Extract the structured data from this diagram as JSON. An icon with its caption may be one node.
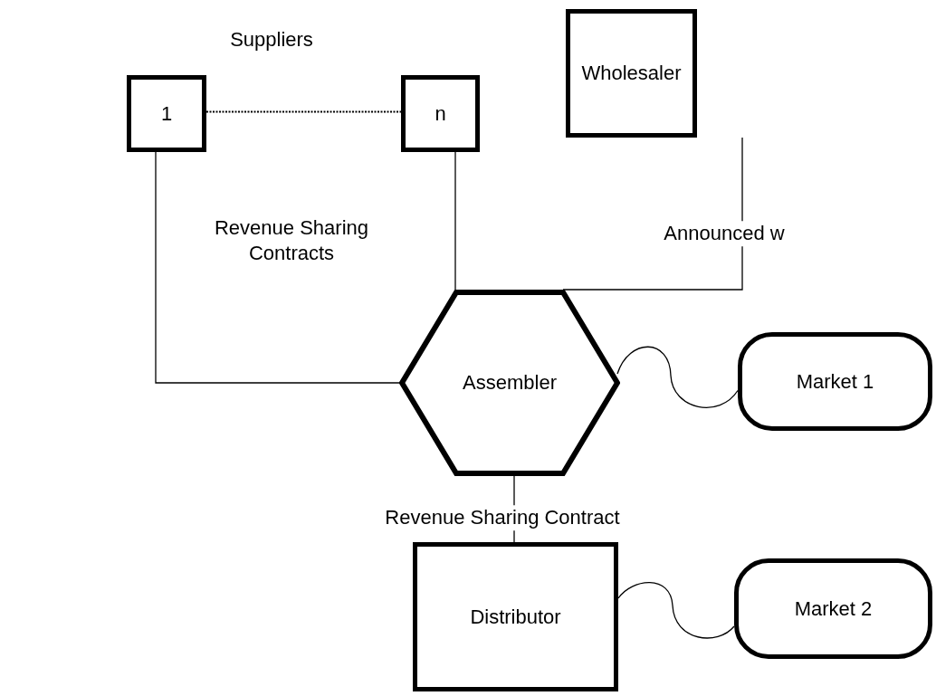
{
  "diagram": {
    "nodes": [
      {
        "text": [
          "1"
        ]
      },
      {
        "text": [
          "n"
        ]
      },
      {
        "text": [
          "Wholesaler"
        ]
      },
      {
        "text": [
          "Assembler"
        ]
      },
      {
        "text": [
          "Market 1"
        ]
      },
      {
        "text": [
          "Distributor"
        ]
      },
      {
        "text": [
          "Market 2"
        ]
      }
    ],
    "edges": [
      {
        "from": 0,
        "to": 1,
        "arrow": "none",
        "style": "dashed"
      },
      {
        "from": 0,
        "to": 3,
        "arrow": "none"
      },
      {
        "from": 1,
        "to": 3,
        "arrow": "none"
      },
      {
        "from": 2,
        "to": 3,
        "label": "Announced w",
        "arrow": "none"
      },
      {
        "from": 3,
        "to": 4,
        "arrow": "none"
      },
      {
        "from": 3,
        "to": 5,
        "label": "Revenue Sharing Contract",
        "arrow": "none"
      },
      {
        "from": 5,
        "to": 6,
        "arrow": "none"
      }
    ],
    "labels": [
      "Suppliers",
      "Revenue Sharing Contracts"
    ]
  }
}
